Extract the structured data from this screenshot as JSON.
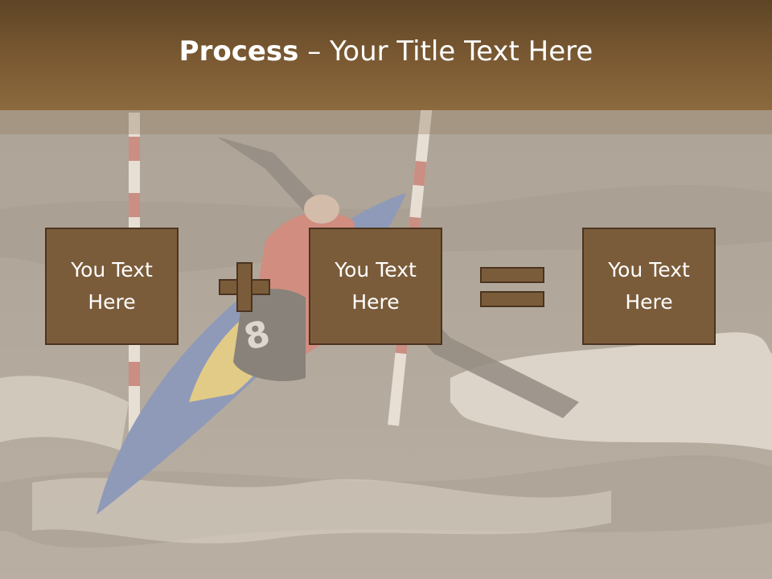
{
  "slide": {
    "title_bold": "Process",
    "title_separator": " – ",
    "title_rest": "Your Title Text Here",
    "boxes": [
      {
        "line1": "You Text",
        "line2": "Here"
      },
      {
        "line1": "You Text",
        "line2": "Here"
      },
      {
        "line1": "You Text",
        "line2": "Here"
      }
    ],
    "operators": [
      "plus",
      "equals"
    ]
  },
  "colors": {
    "title_bar": "#7b5a33",
    "box_fill": "#7b5c3a",
    "box_border": "#4a3420",
    "text": "#ffffff"
  }
}
